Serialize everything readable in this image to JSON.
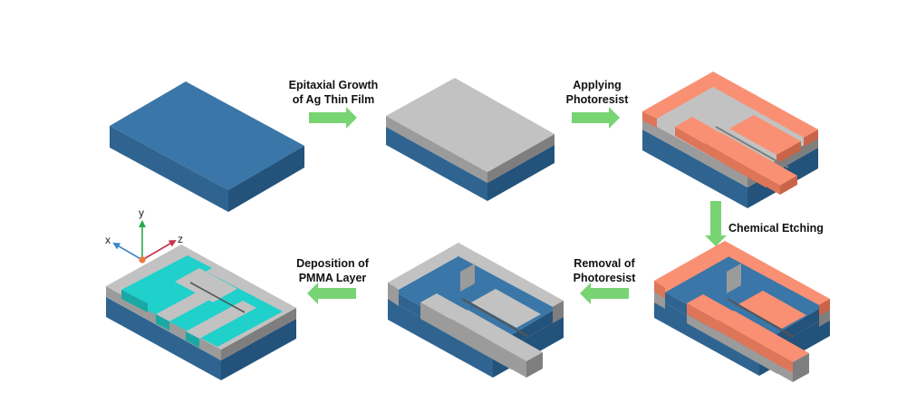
{
  "steps": {
    "s1_label_line1": "Epitaxial Growth",
    "s1_label_line2": "of Ag Thin Film",
    "s2_label_line1": "Applying",
    "s2_label_line2": "Photoresist",
    "s3_label": "Chemical Etching",
    "s4_label_line1": "Removal of",
    "s4_label_line2": "Photoresist",
    "s5_label_line1": "Deposition of",
    "s5_label_line2": "PMMA Layer"
  },
  "axes": {
    "x": "x",
    "y": "y",
    "z": "z"
  },
  "colors": {
    "substrate_top": "#3a76a8",
    "substrate_left": "#2f6490",
    "substrate_right": "#23527a",
    "silver_top": "#c2c2c2",
    "silver_left": "#9b9b9b",
    "silver_right": "#7e7e7e",
    "resist_top": "#f99073",
    "resist_left": "#dd7559",
    "resist_right": "#c96448",
    "pmma": "#1fd0cb",
    "arrow": "#78d473",
    "axis_x": "#3b88c8",
    "axis_y": "#2aa84a",
    "axis_z": "#c8344a",
    "axis_origin": "#ef7a3a"
  }
}
